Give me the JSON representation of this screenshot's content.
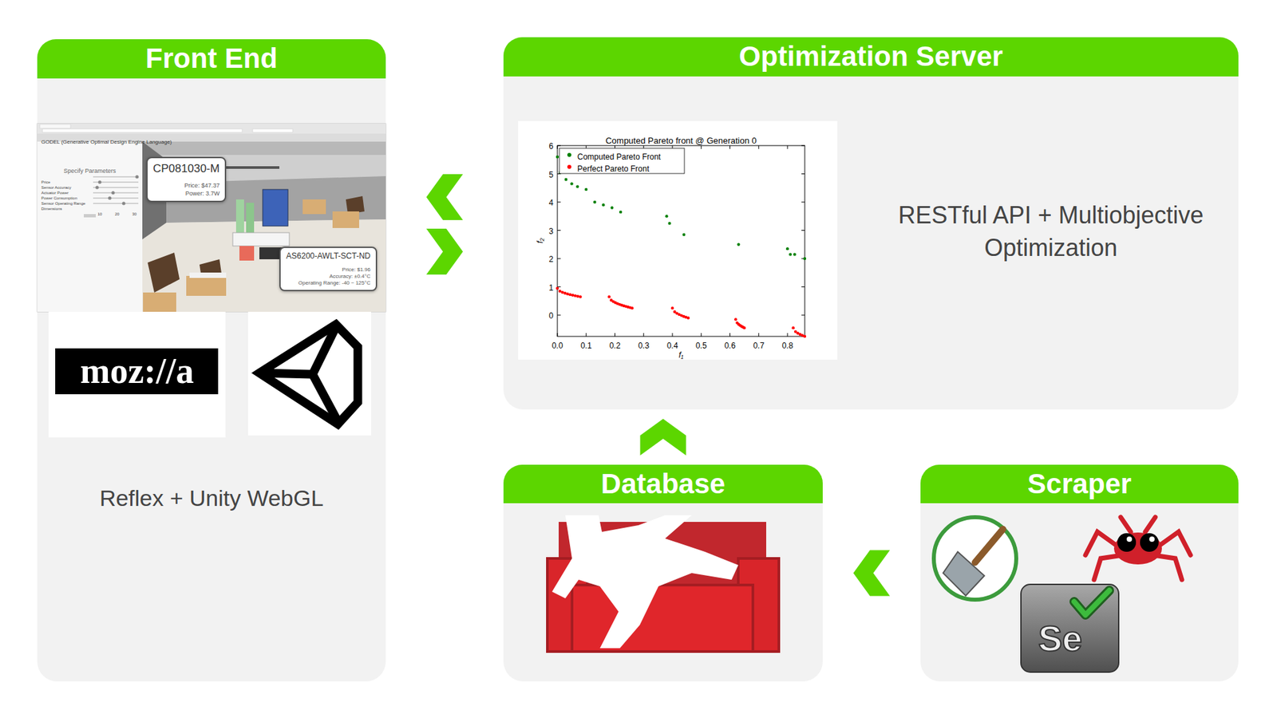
{
  "diagram": {
    "nodes": [
      {
        "text": [
          "Front End",
          "Reflex + Unity WebGL"
        ]
      },
      {
        "text": [
          "CP081030-M",
          "Price: $47.37",
          "Power: 3.7W"
        ],
        "in": 0
      },
      {
        "text": [
          "AS6200-AWLT-SCT-ND",
          "Price: $1.96",
          "Accuracy: ±0.4°C",
          "Operating Range: -40 ~ 125°C"
        ],
        "in": 0
      },
      {
        "text": [
          "Optimization Server",
          "RESTful API + Multiobjective Optimization"
        ]
      },
      {
        "text": [
          "Database"
        ]
      },
      {
        "text": [
          "Scraper"
        ]
      }
    ],
    "edges": [
      {
        "from": 0,
        "to": 3,
        "arrow": "both"
      },
      {
        "from": 4,
        "to": 3,
        "arrow": "to"
      },
      {
        "from": 5,
        "to": 4,
        "arrow": "to"
      }
    ],
    "labels": [
      "GODEL (Generative Optimal Design Engine Language)",
      "Specify Parameters",
      "Price",
      "Sensor Accuracy",
      "Actuator Power",
      "Power Consumption",
      "Sensor Operating Range",
      "Dimensions",
      "10",
      "20",
      "30",
      "moz://a",
      "Computed Pareto front @ Generation 0",
      "6",
      "5",
      "4",
      "3",
      "2",
      "1",
      "0",
      "0.0",
      "0.1",
      "0.2",
      "0.3",
      "0.4",
      "0.5",
      "0.6",
      "0.7",
      "0.8",
      "f₁",
      "f₂",
      "Se"
    ],
    "legend": [
      {
        "text": "Computed Pareto Front",
        "color": "#008000"
      },
      {
        "text": "Perfect Pareto Front",
        "color": "#ff0000"
      }
    ]
  }
}
